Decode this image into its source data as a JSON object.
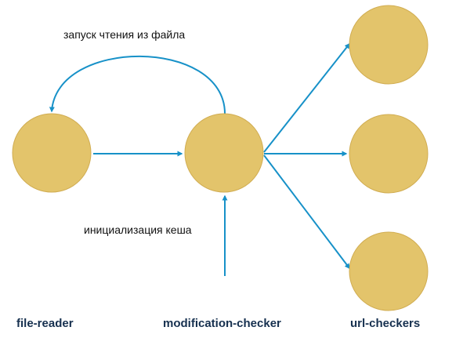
{
  "annotations": {
    "read_loop": "запуск чтения из файла",
    "cache_init": "инициализация кеша"
  },
  "labels": {
    "file_reader": "file-reader",
    "modification_checker": "modification-checker",
    "url_checkers": "url-checkers"
  },
  "colors": {
    "node_fill": "#e3c46b",
    "edge": "#1791c8",
    "label": "#16304f"
  }
}
